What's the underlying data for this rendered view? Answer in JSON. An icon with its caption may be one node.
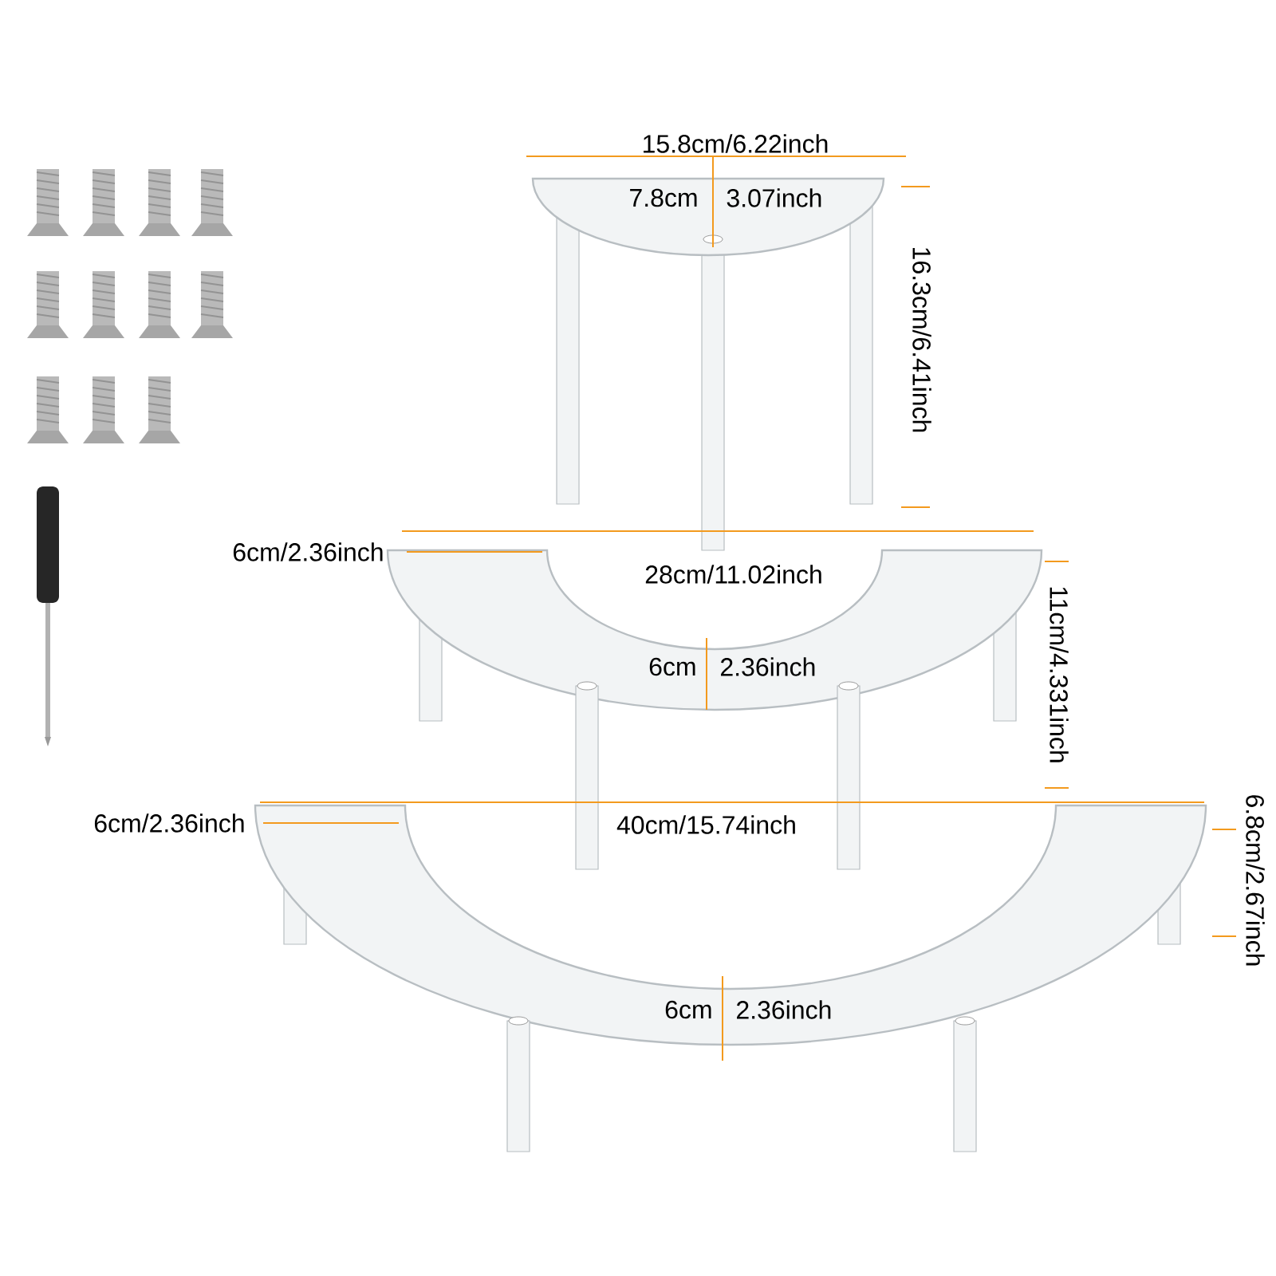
{
  "diagram": {
    "labels": [
      "15.8cm/6.22inch",
      "7.8cm",
      "3.07inch",
      "16.3cm/6.41inch",
      "6cm/2.36inch",
      "28cm/11.02inch",
      "11cm/4.331inch",
      "6cm",
      "2.36inch",
      "6cm/2.36inch",
      "40cm/15.74inch",
      "6.8cm/2.67inch",
      "6cm",
      "2.36inch"
    ]
  }
}
